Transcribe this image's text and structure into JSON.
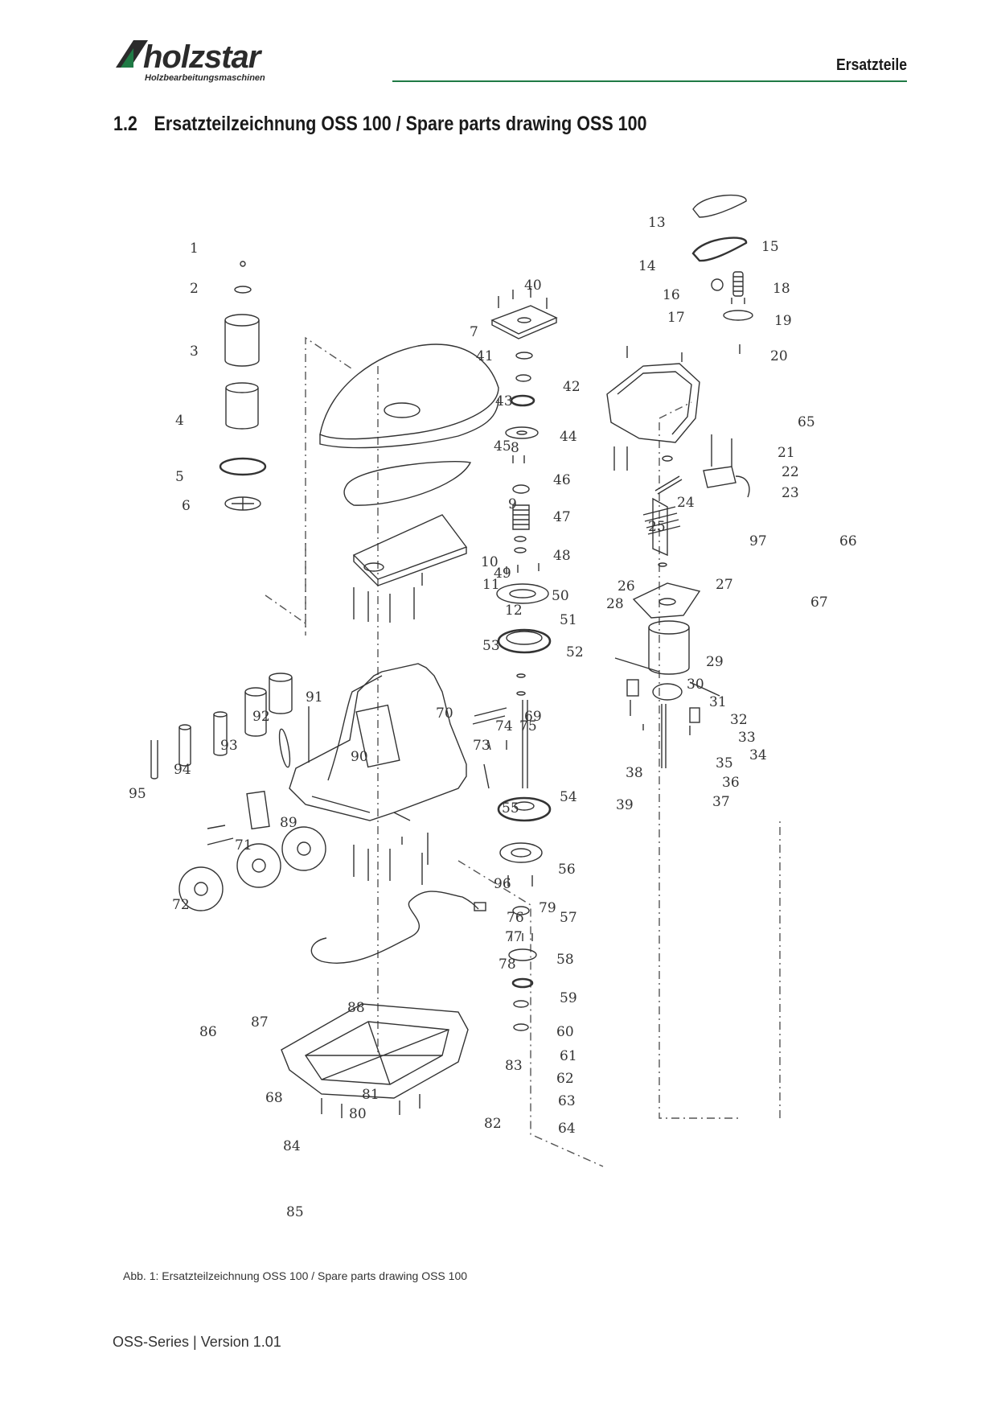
{
  "header": {
    "brand": "holzstar",
    "brand_tagline": "Holzbearbeitungsmaschinen",
    "section": "Ersatzteile"
  },
  "title": {
    "number": "1.2",
    "text": "Ersatzteilzeichnung OSS 100 / Spare parts drawing OSS 100"
  },
  "drawing": {
    "callouts": [
      "1",
      "2",
      "3",
      "4",
      "5",
      "6",
      "7",
      "8",
      "9",
      "10",
      "11",
      "12",
      "13",
      "14",
      "15",
      "16",
      "17",
      "18",
      "19",
      "20",
      "21",
      "22",
      "23",
      "24",
      "25",
      "26",
      "27",
      "28",
      "29",
      "30",
      "31",
      "32",
      "33",
      "34",
      "35",
      "36",
      "37",
      "38",
      "39",
      "40",
      "41",
      "42",
      "43",
      "44",
      "45",
      "46",
      "47",
      "48",
      "49",
      "50",
      "51",
      "52",
      "53",
      "54",
      "55",
      "56",
      "57",
      "58",
      "59",
      "60",
      "61",
      "62",
      "63",
      "64",
      "65",
      "66",
      "67",
      "68",
      "69",
      "70",
      "71",
      "72",
      "73",
      "74",
      "75",
      "76",
      "77",
      "78",
      "79",
      "80",
      "81",
      "82",
      "83",
      "84",
      "85",
      "86",
      "87",
      "88",
      "89",
      "90",
      "91",
      "92",
      "93",
      "94",
      "95",
      "96",
      "97"
    ]
  },
  "caption": "Abb. 1: Ersatzteilzeichnung OSS 100 / Spare parts drawing OSS 100",
  "footer": "OSS-Series | Version 1.01",
  "colors": {
    "brand_green": "#1f7a45",
    "brand_dark": "#2b2b2b"
  }
}
